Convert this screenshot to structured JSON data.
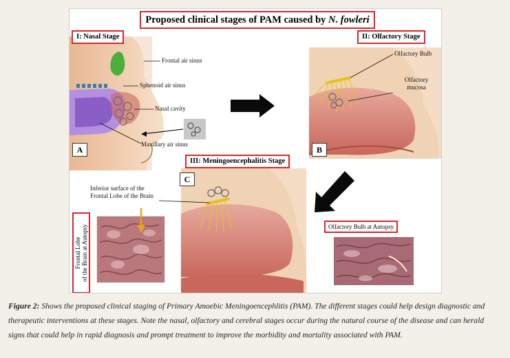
{
  "figure": {
    "title_prefix": "Proposed clinical stages of PAM caused by ",
    "title_organism": "N. fowleri",
    "stages": {
      "nasal": "I: Nasal Stage",
      "olfactory": "II: Olfactory Stage",
      "meningo": "III: Meningoencephalitis Stage"
    },
    "panels": {
      "a": "A",
      "b": "B",
      "c": "C"
    },
    "labels_a": {
      "frontal_sinus": "Frontal air sinus",
      "sphenoid_sinus": "Sphenoid air sinus",
      "nasal_cavity": "Nasal cavity",
      "maxillary_sinus": "Maxillary air sinus"
    },
    "labels_b": {
      "olfactory_bulb": "Olfactory Bulb",
      "olfactory_mucosa_1": "Olfactory",
      "olfactory_mucosa_2": "mucosa"
    },
    "labels_c": {
      "inferior_1": "Inferior surface of the",
      "inferior_2": "Frontal Lobe of the Brain",
      "frontal_lobe_1": "Frontal Lobe",
      "frontal_lobe_2": "of the Brain at Autopsy",
      "olfactory_bulb_autopsy": "Olfactory Bulb at Autopsy"
    }
  },
  "caption": {
    "label": "Figure 2:",
    "text": " Shows the proposed clinical staging of Primary Amoebic Meningoencephlitis (PAM). The different stages could help design diagnostic and therapeutic interventions at these stages. Note the nasal, olfactory and cerebral stages occur during the natural course of the disease and can herald signs that could help in rapid diagnosis and prompt treatment to improve the morbidity and mortality associated with PAM."
  },
  "colors": {
    "accent_red": "#d8262c",
    "skin": "#f0d3b4",
    "mucosa": "#d98f86",
    "nerve_yellow": "#e8c21a",
    "sinus_green": "#4cae3b",
    "sinus_purple": "#8a5fc5"
  }
}
